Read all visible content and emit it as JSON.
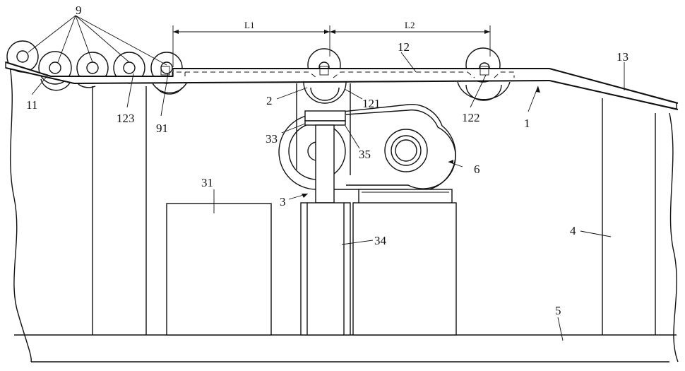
{
  "figure": {
    "labels": {
      "l9": "9",
      "l11": "11",
      "l123": "123",
      "l91": "91",
      "lL1": "L1",
      "lL2": "L2",
      "l12": "12",
      "l13": "13",
      "l2": "2",
      "l121": "121",
      "l122": "122",
      "l1": "1",
      "l33": "33",
      "l35": "35",
      "l6": "6",
      "l31": "31",
      "l3": "3",
      "l34": "34",
      "l4": "4",
      "l5": "5"
    }
  }
}
